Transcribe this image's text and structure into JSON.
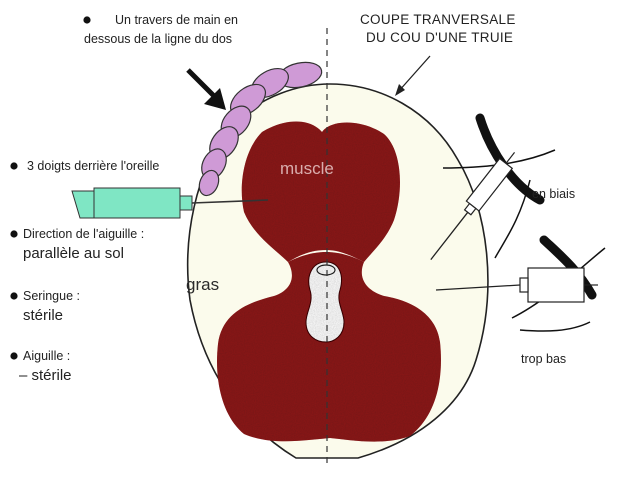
{
  "title": {
    "line1": "COUPE TRANVERSALE",
    "line2": "DU COU D'UNE TRUIE"
  },
  "instructions": [
    {
      "line1": "Un travers de main en",
      "line2": "dessous de la ligne du dos"
    },
    {
      "line1": "3 doigts derrière l'oreille"
    },
    {
      "line1": "Direction de l'aiguille :",
      "line2": "parallèle  au sol"
    },
    {
      "line1": "Seringue :",
      "line2": "stérile"
    },
    {
      "line1": "Aiguille :",
      "line2": "– stérile"
    }
  ],
  "diagram_labels": {
    "muscle": "muscle",
    "fat": "gras",
    "wrong_angle": "en biais",
    "too_low": "trop bas"
  },
  "colors": {
    "muscle": "#8e1a1c",
    "muscle_dark": "#5e0d10",
    "fat": "#fbfbec",
    "syringe": "#7fe6c4",
    "fingers": "#cf9ad6"
  }
}
